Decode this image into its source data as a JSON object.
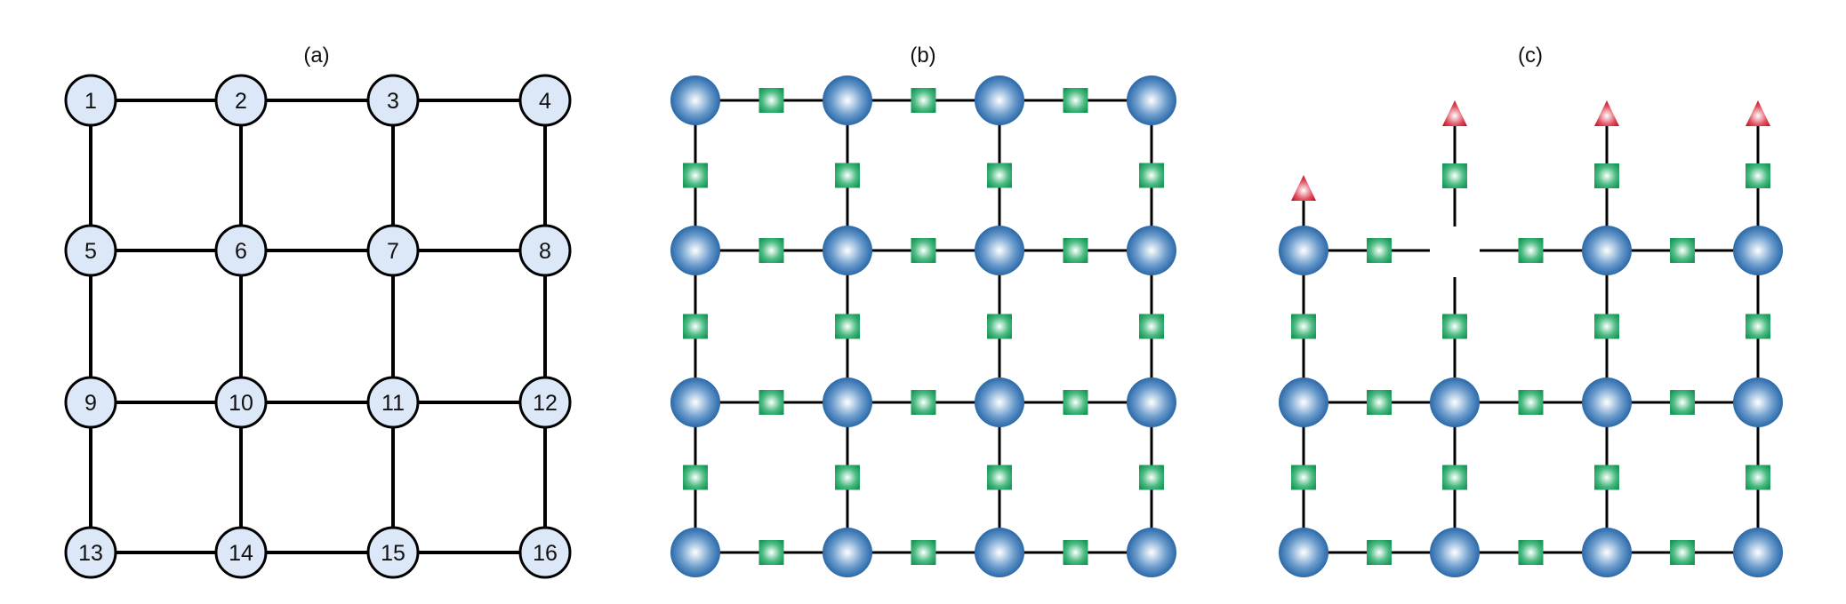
{
  "panels": {
    "a": {
      "title": "(a)",
      "node_labels": [
        "1",
        "2",
        "3",
        "4",
        "5",
        "6",
        "7",
        "8",
        "9",
        "10",
        "11",
        "12",
        "13",
        "14",
        "15",
        "16"
      ]
    },
    "b": {
      "title": "(b)"
    },
    "c": {
      "title": "(c)"
    }
  },
  "colors": {
    "node_fill_a": "#dce8f8",
    "node_blue": "#1b5c9f",
    "square_green": "#1a9858",
    "triangle_red": "#c8101e",
    "edge": "#000000"
  }
}
